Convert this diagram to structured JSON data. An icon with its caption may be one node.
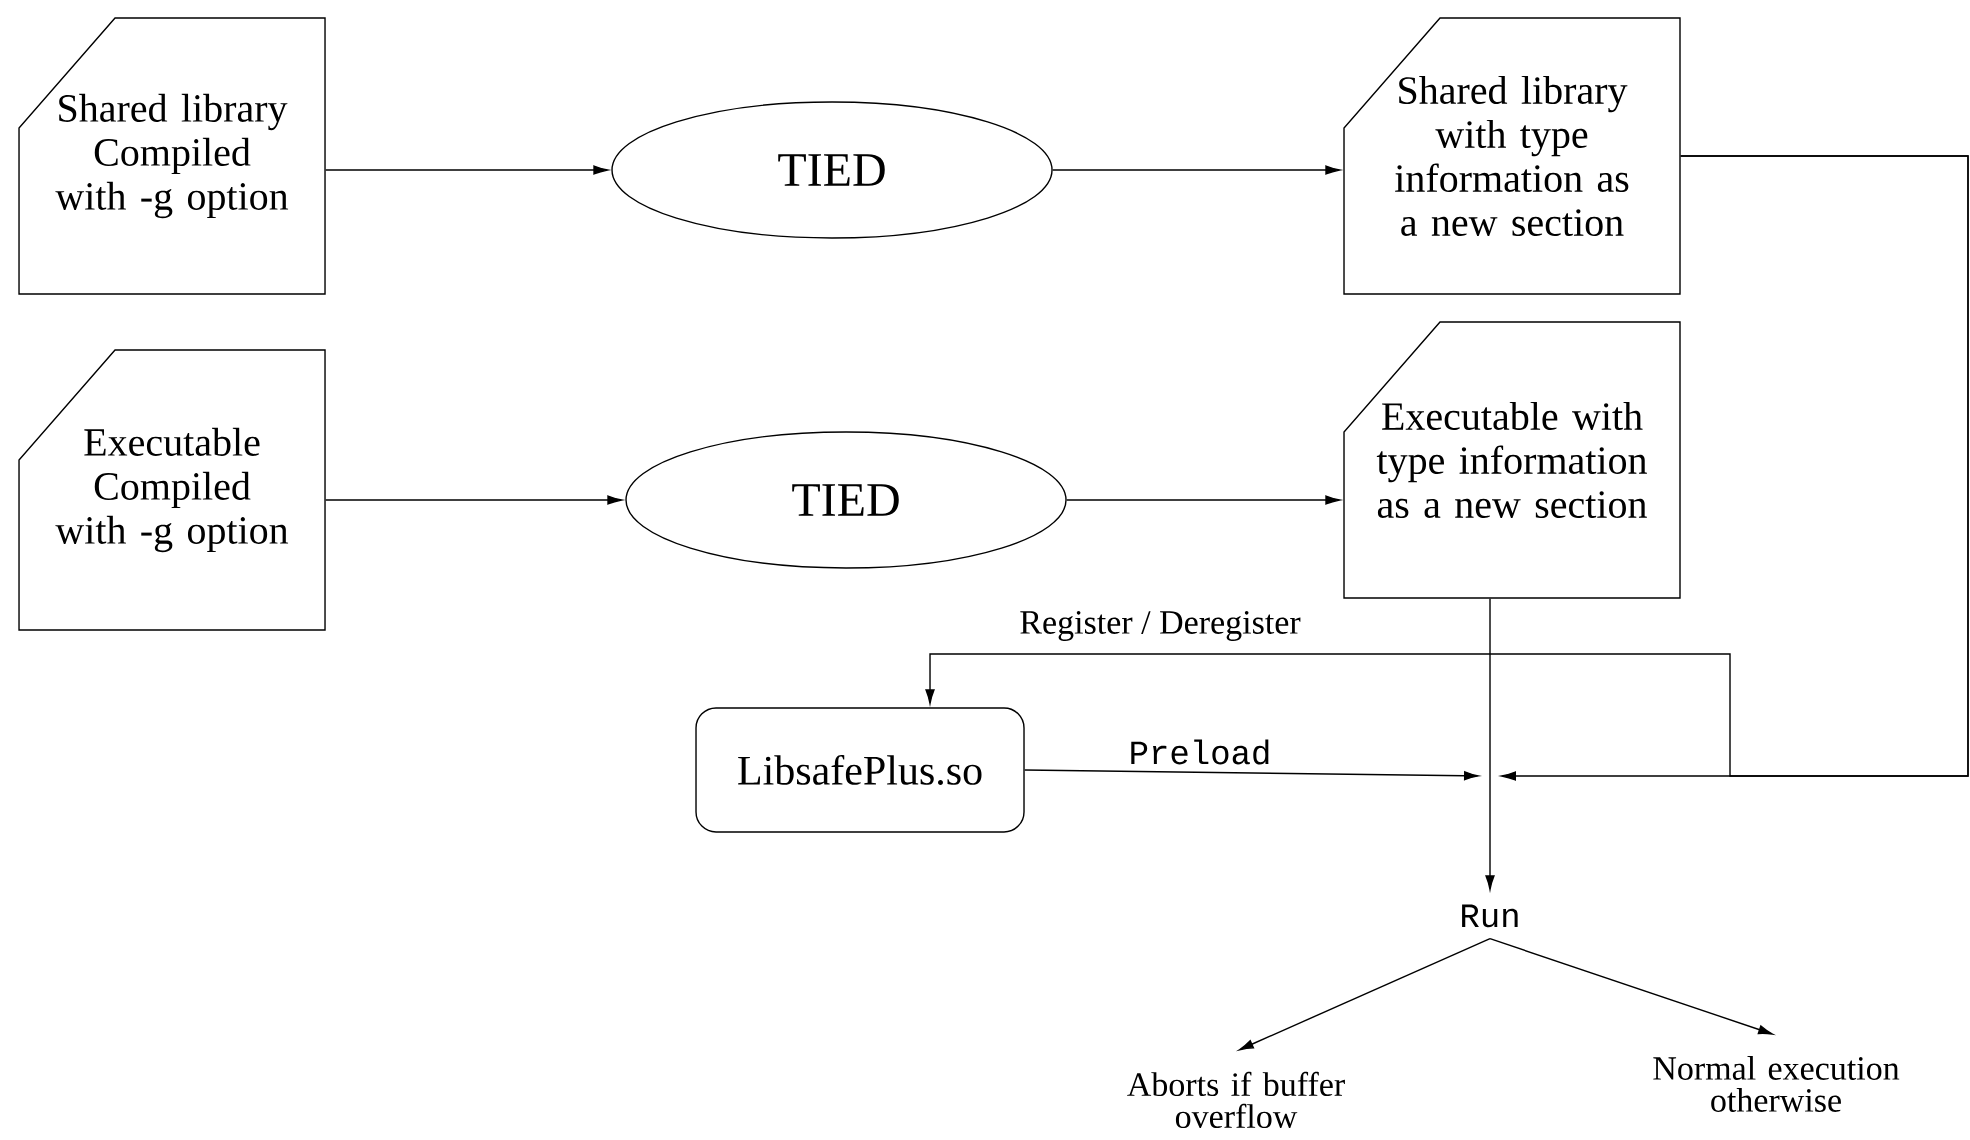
{
  "diagram": {
    "nodes": [
      {
        "text": [
          "Shared library Compiled with -g option"
        ]
      },
      {
        "text": [
          "TIED"
        ]
      },
      {
        "text": [
          "Shared library with type information as a new section"
        ]
      },
      {
        "text": [
          "Executable Compiled with -g option"
        ]
      },
      {
        "text": [
          "TIED"
        ]
      },
      {
        "text": [
          "Executable with type information as a new section"
        ]
      },
      {
        "text": [
          "LibsafePlus.so"
        ]
      },
      {
        "text": [
          "Run"
        ]
      },
      {
        "text": [
          "Aborts if buffer overflow"
        ]
      },
      {
        "text": [
          "Normal execution otherwise"
        ]
      }
    ],
    "edges": [
      {
        "from": 0,
        "to": 1,
        "arrow": "to"
      },
      {
        "from": 1,
        "to": 2,
        "arrow": "to"
      },
      {
        "from": 3,
        "to": 4,
        "arrow": "to"
      },
      {
        "from": 4,
        "to": 5,
        "arrow": "to"
      },
      {
        "from": 5,
        "to": 7,
        "arrow": "to"
      },
      {
        "from": 6,
        "to": 7,
        "label": "Preload",
        "arrow": "to"
      },
      {
        "from": 2,
        "to": 7,
        "arrow": "to"
      },
      {
        "from": 2,
        "to": 6,
        "label": "Register / Deregister",
        "arrow": "to"
      },
      {
        "from": 7,
        "to": 8,
        "arrow": "to"
      },
      {
        "from": 7,
        "to": 9,
        "arrow": "to"
      }
    ]
  }
}
